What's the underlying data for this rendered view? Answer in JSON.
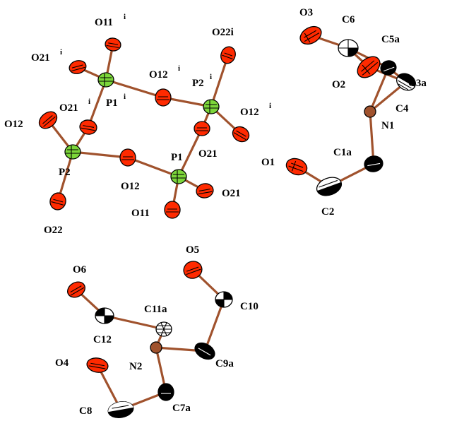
{
  "colors": {
    "oxygen": "#ff2a00",
    "phosphorus": "#7cd63a",
    "carbon": "#000000",
    "nitrogen": "#a0522d",
    "bond": "#a0522d",
    "background": "#ffffff"
  },
  "labels": {
    "O3": "O3",
    "C6": "C6",
    "C5a": "C5a",
    "C3a": "C3a",
    "O2": "O2",
    "C4": "C4",
    "N1": "N1",
    "O1": "O1",
    "C1a": "C1a",
    "C2": "C2",
    "O11i": "O11",
    "O21i_a": "O21",
    "O12i_a": "O12",
    "P2i": "P2",
    "O22i": "O22i",
    "P1i": "P1",
    "O21i_b": "O21",
    "O12i_b": "O12",
    "O12": "O12",
    "P2": "P2",
    "O21_a": "O21",
    "P1": "P1",
    "O12_b": "O12",
    "O21_b": "O21",
    "O11": "O11",
    "O22": "O22",
    "O5": "O5",
    "O6": "O6",
    "C10": "C10",
    "C11a": "C11a",
    "C12": "C12",
    "C9a": "C9a",
    "N2": "N2",
    "O4": "O4",
    "C8": "C8",
    "C7a": "C7a",
    "sup_i": "i"
  }
}
